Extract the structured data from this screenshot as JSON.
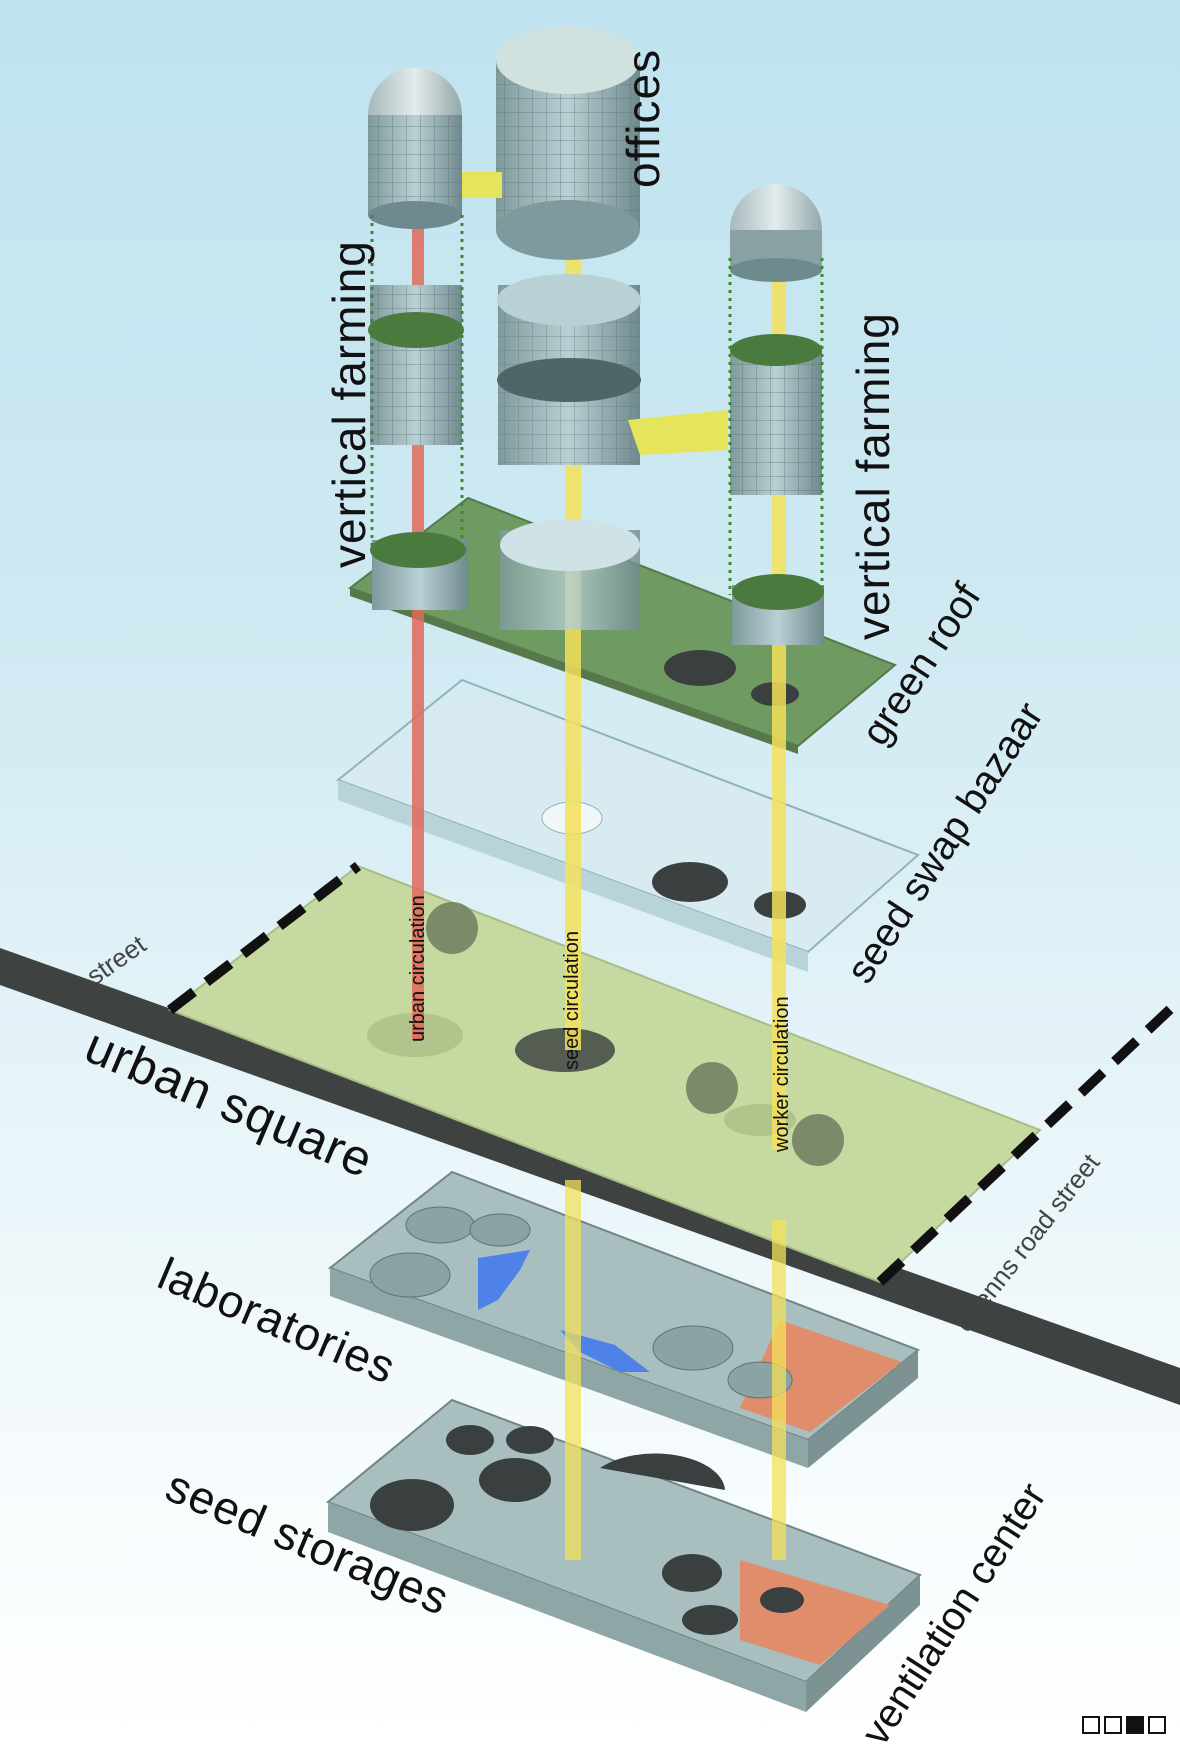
{
  "labels": {
    "offices": "offices",
    "vertical_farming_left": "vertical  farming",
    "vertical_farming_right": "vertical  farming",
    "green_roof": "green roof",
    "seed_swap_bazaar": "seed swap bazaar",
    "street": "street",
    "urban_square": "urban square",
    "quenns_road_street": "quenns road street",
    "laboratories": "laboratories",
    "seed_storages": "seed storages",
    "ventilation_center": "ventilation center",
    "urban_circulation": "urban circulation",
    "seed_circulation": "seed circulation",
    "worker_circulation": "worker circulation"
  },
  "colors": {
    "urban_circulation": "#e0685a",
    "seed_circulation": "#f3e15a",
    "worker_circulation": "#f3e15a",
    "green_roof": "#6f9a61",
    "urban_square": "#c5d9a0",
    "lab_slab": "#a9bfbf",
    "storage_slab": "#a9bfbf",
    "ventilation": "#e08d6b",
    "lab_accent": "#4f82e8",
    "street": "#3e4240"
  },
  "page_marker": {
    "squares": 4,
    "active_index": 2
  }
}
